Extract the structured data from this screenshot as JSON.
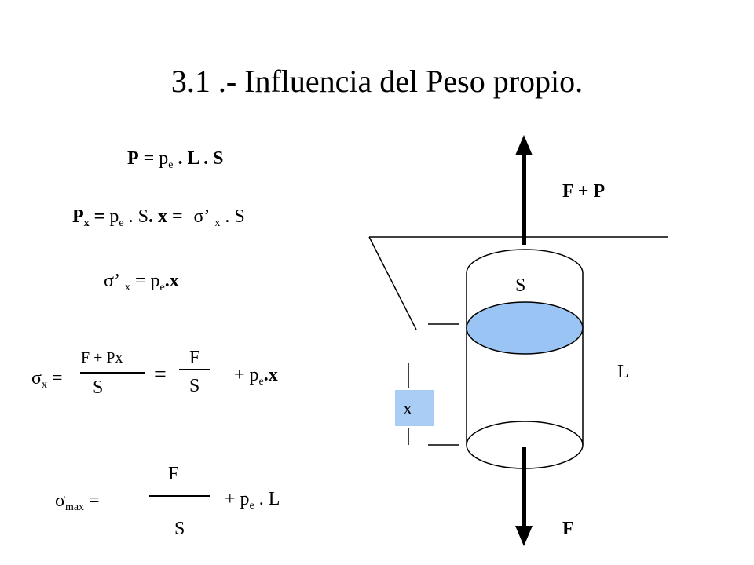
{
  "title": "3.1 .- Influencia del Peso propio.",
  "equations": {
    "eq1": {
      "P": "P",
      "eq": " = ",
      "p": "p",
      "e": "e",
      "rest": " . L . S"
    },
    "eq2": {
      "P": "P",
      "x": "x",
      "eq": " = ",
      "p": "p",
      "e": "e",
      "mid": " . S",
      "dotx": ". x",
      "eq2": " = ",
      "sigma": "σ",
      "prime": "’",
      "x2": "x",
      "tail": " . S"
    },
    "eq3": {
      "sigma": "σ",
      "prime": "’",
      "x": "x",
      "eq": " = ",
      "p": "p",
      "e": "e",
      "dot": ".",
      "xb": "x"
    },
    "eq4": {
      "sigma": "σ",
      "x": "x",
      "eq": " =",
      "num": "F + Px",
      "den": "S",
      "eq2": "=",
      "num2": "F",
      "den2": "S",
      "plus": "+ p",
      "e": "e",
      "dot": ".",
      "xb": "x"
    },
    "eq5": {
      "sigma": "σ",
      "max": "max",
      "eq": " =",
      "num": "F",
      "den": "S",
      "plus": "+ p",
      "e": "e",
      "tail": " . L"
    }
  },
  "diagram": {
    "label_top_force": "F + P",
    "label_bottom_force": "F",
    "label_section": "S",
    "label_length": "L",
    "label_x": "x",
    "colors": {
      "ellipse_fill": "#99c4f4",
      "x_box_fill": "#a9cdf4",
      "stroke": "#000000"
    }
  }
}
